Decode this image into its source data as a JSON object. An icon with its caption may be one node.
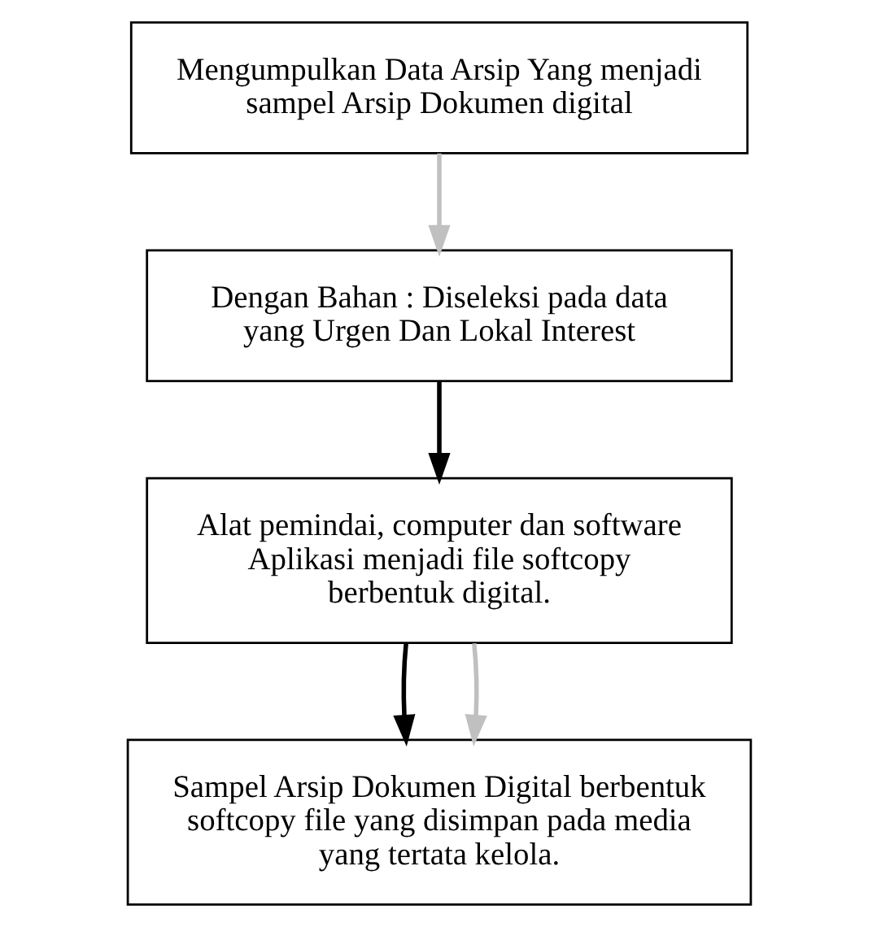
{
  "diagram": {
    "nodes": [
      {
        "text": [
          "Mengumpulkan Data Arsip Yang menjadi sampel Arsip Dokumen digital"
        ]
      },
      {
        "text": [
          "Dengan Bahan : Diseleksi pada data yang Urgen Dan Lokal Interest"
        ]
      },
      {
        "text": [
          "Alat pemindai, computer dan software Aplikasi menjadi file softcopy berbentuk digital."
        ]
      },
      {
        "text": [
          "Sampel Arsip Dokumen Digital berbentuk softcopy file yang disimpan pada media yang tertata kelola."
        ]
      }
    ],
    "edges": [
      {
        "from": 0,
        "to": 1,
        "arrow": "to",
        "color": "#c0c0c0"
      },
      {
        "from": 1,
        "to": 2,
        "arrow": "to",
        "color": "#000000"
      },
      {
        "from": 2,
        "to": 3,
        "arrow": "to",
        "color": "#000000"
      },
      {
        "from": 2,
        "to": 3,
        "arrow": "to",
        "color": "#c0c0c0"
      }
    ]
  }
}
